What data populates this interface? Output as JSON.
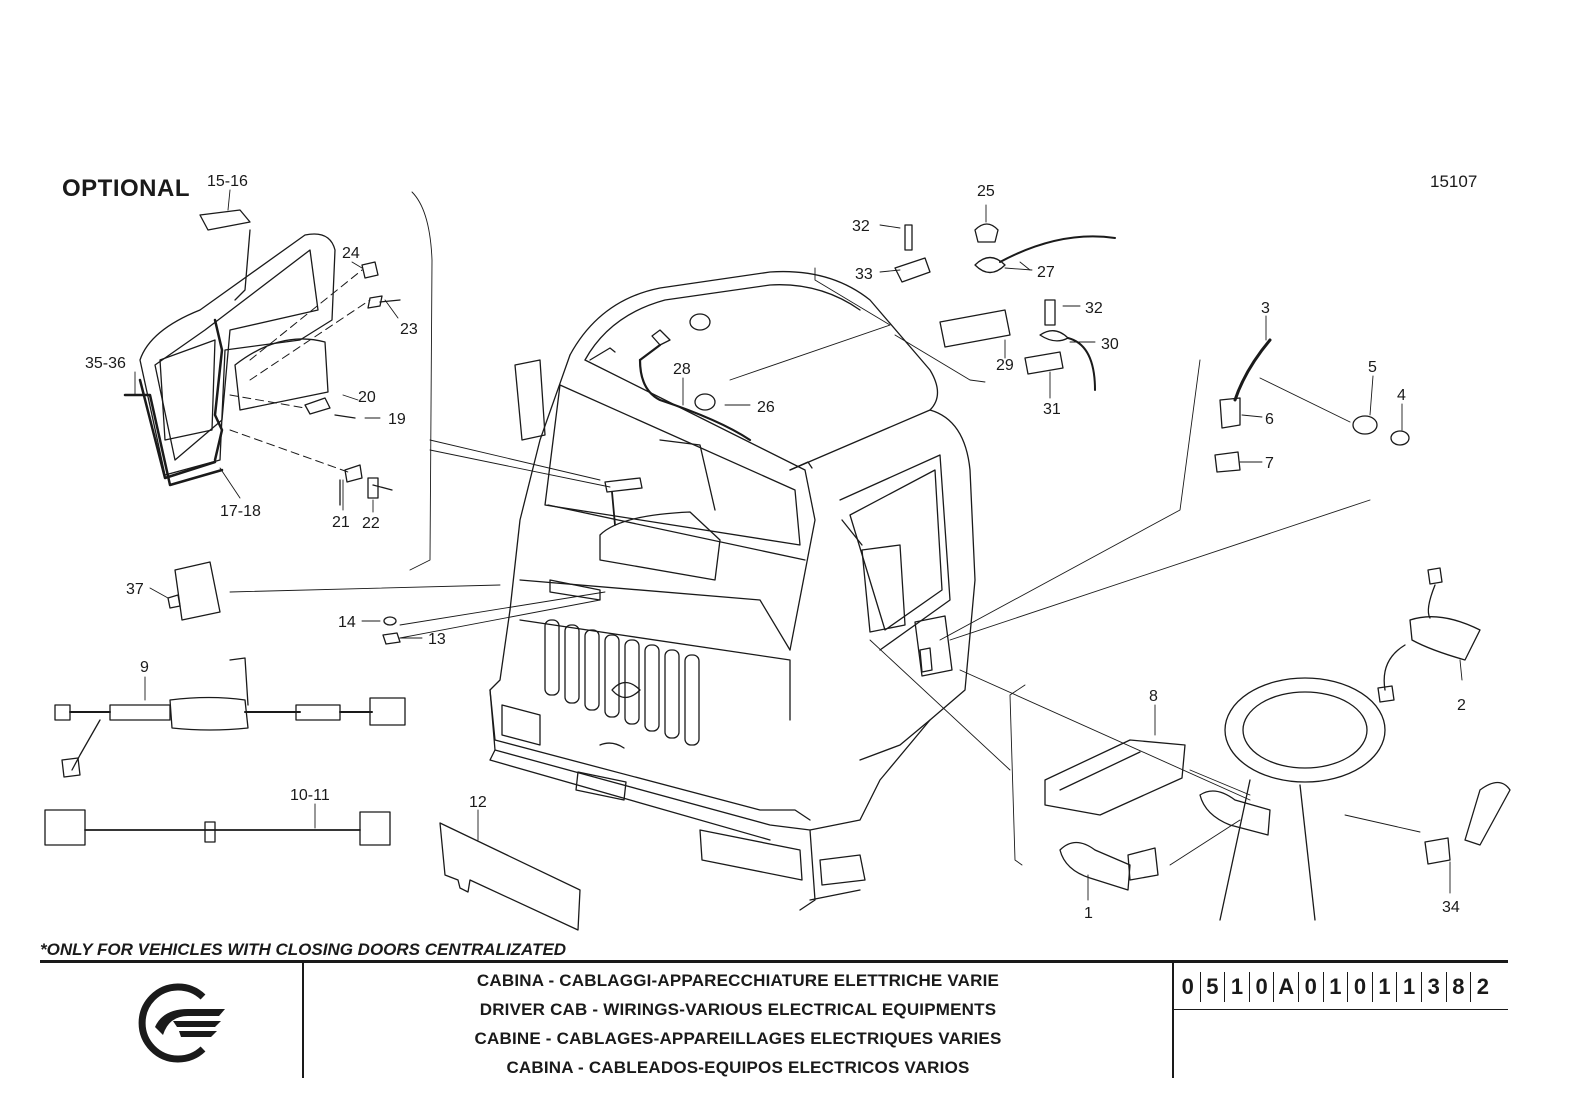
{
  "header": {
    "optional_label": "OPTIONAL",
    "drawing_number": "15107"
  },
  "callouts": [
    "15-16",
    "24",
    "23",
    "35-36",
    "20",
    "19",
    "17-18",
    "21",
    "22",
    "37",
    "14",
    "13",
    "9",
    "10-11",
    "12",
    "28",
    "26",
    "32",
    "33",
    "25",
    "27",
    "32",
    "30",
    "29",
    "31",
    "3",
    "5",
    "4",
    "6",
    "7",
    "8",
    "2",
    "1",
    "34"
  ],
  "footnote": "*ONLY FOR VEHICLES WITH CLOSING DOORS CENTRALIZATED",
  "title_block": {
    "titles": [
      "CABINA - CABLAGGI-APPARECCHIATURE ELETTRICHE VARIE",
      "DRIVER CAB - WIRINGS-VARIOUS ELECTRICAL EQUIPMENTS",
      "CABINE - CABLAGES-APPAREILLAGES ELECTRIQUES VARIES",
      "CABINA - CABLEADOS-EQUIPOS ELECTRICOS VARIOS"
    ],
    "code_chars": [
      "0",
      "5",
      "1",
      "0",
      "A",
      "0",
      "1",
      "0",
      "1",
      "1",
      "3",
      "8",
      "2"
    ]
  },
  "colors": {
    "ink": "#1a1a1a",
    "background": "#ffffff"
  }
}
